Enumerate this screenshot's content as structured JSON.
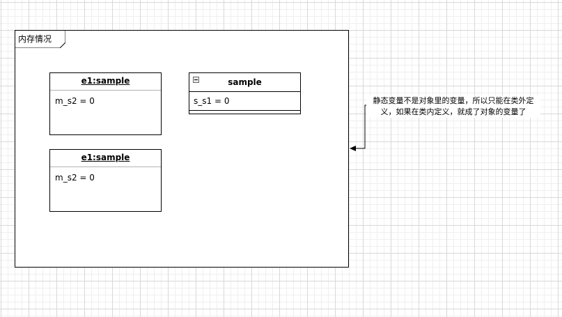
{
  "frame": {
    "label": "内存情况"
  },
  "objects": [
    {
      "title": "e1:sample",
      "attribute": "m_s2 = 0"
    },
    {
      "title": "e1:sample",
      "attribute": "m_s2 = 0"
    }
  ],
  "class_box": {
    "title": "sample",
    "attribute": "s_s1 = 0"
  },
  "note": {
    "line1": "静态变量不是对象里的变量，所以只能在类外定",
    "line2": "义，如果在类内定义，就成了对象的变量了"
  }
}
